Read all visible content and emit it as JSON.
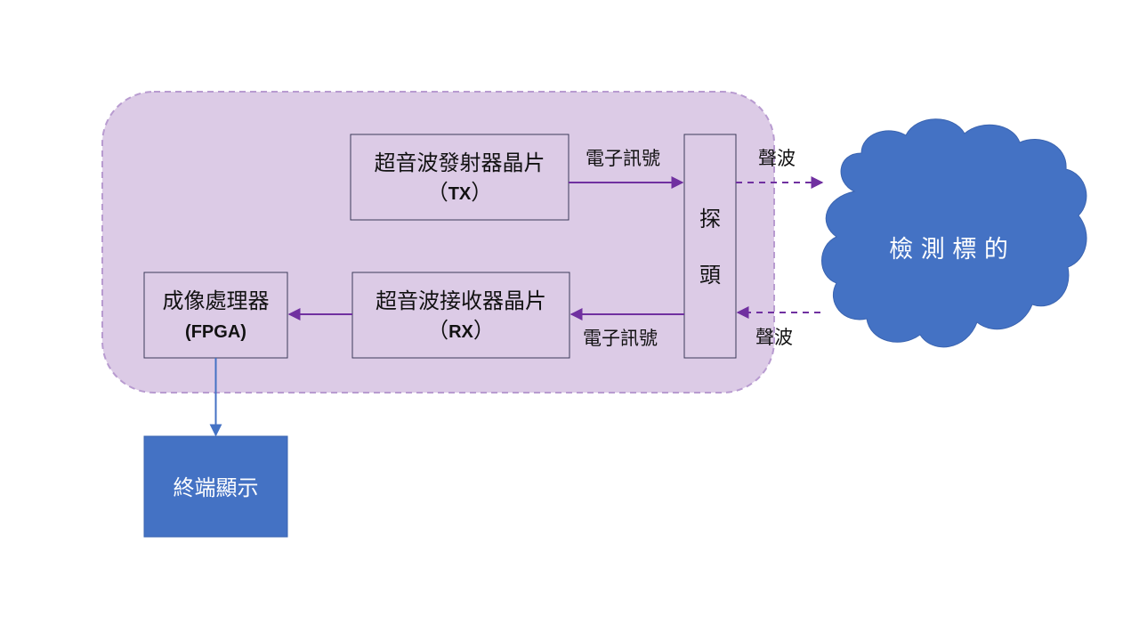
{
  "diagram": {
    "colors": {
      "region_fill": "#dccbe6",
      "region_stroke": "#b89bd0",
      "arrow_purple": "#7030a0",
      "arrow_blue": "#4472c4",
      "node_blue": "#4472c4",
      "box_stroke": "#3b3b5a"
    },
    "nodes": {
      "tx": {
        "line1": "超音波發射器晶片",
        "line2_open": "（",
        "line2_code": "TX",
        "line2_close": "）"
      },
      "rx": {
        "line1": "超音波接收器晶片",
        "line2_open": "（",
        "line2_code": "RX",
        "line2_close": "）"
      },
      "fpga": {
        "line1": "成像處理器",
        "line2": "(FPGA)"
      },
      "probe": {
        "char1": "探",
        "char2": "頭"
      },
      "target": {
        "label": "檢 測 標 的",
        "shape": "cloud"
      },
      "display": {
        "label": "終端顯示"
      }
    },
    "edges": {
      "tx_to_probe": "電子訊號",
      "probe_to_rx": "電子訊號",
      "probe_to_target": "聲波",
      "target_to_probe": "聲波"
    }
  }
}
